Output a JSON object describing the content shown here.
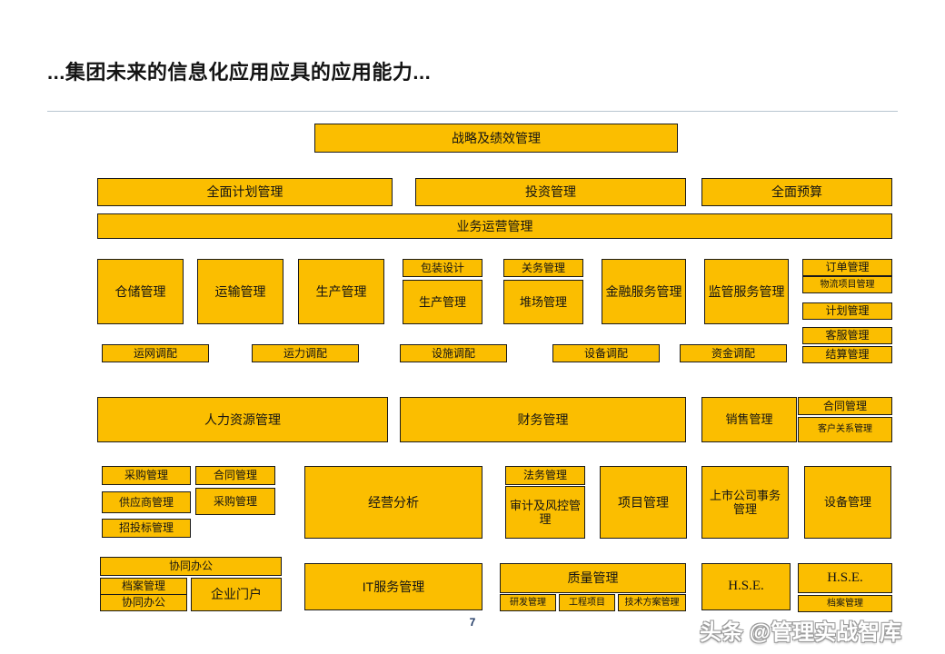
{
  "slide": {
    "title": "...集团未来的信息化应用应具的应用能力...",
    "page_number": "7",
    "watermark": "头条 @管理实战智库",
    "accent_color": "#FBBE00",
    "border_color": "#1a1a1a",
    "rule_color": "#b8c6d0",
    "page_number_color": "#1f3864"
  },
  "boxes": {
    "strategy": "战略及绩效管理",
    "full_plan": "全面计划管理",
    "investment": "投资管理",
    "full_budget": "全面预算",
    "business_ops": "业务运营管理",
    "warehouse": "仓储管理",
    "transport": "运输管理",
    "production": "生产管理",
    "packaging_design": "包装设计",
    "production2": "生产管理",
    "customs": "关务管理",
    "yard": "堆场管理",
    "financial_service": "金融服务管理",
    "regulatory_service": "监管服务管理",
    "order": "订单管理",
    "logistics_project": "物流项目管理",
    "plan_mgmt": "计划管理",
    "customer_service": "客服管理",
    "settlement": "结算管理",
    "network_alloc": "运网调配",
    "capacity_alloc": "运力调配",
    "facility_alloc": "设施调配",
    "equipment_alloc": "设备调配",
    "fund_alloc": "资金调配",
    "hr": "人力资源管理",
    "finance": "财务管理",
    "sales": "销售管理",
    "contract_sales": "合同管理",
    "crm": "客户关系管理",
    "purchase": "采购管理",
    "supplier": "供应商管理",
    "bidding": "招投标管理",
    "contract_purchase": "合同管理",
    "purchase2": "采购管理",
    "biz_analysis": "经营分析",
    "legal": "法务管理",
    "audit_risk": "审计及风控管理",
    "project_mgmt": "项目管理",
    "listed_company": "上市公司事务管理",
    "equipment_mgmt": "设备管理",
    "collab_office_top": "协同办公",
    "archive": "档案管理",
    "collab_office": "协同办公",
    "enterprise_portal": "企业门户",
    "it_service": "IT服务管理",
    "quality": "质量管理",
    "rnd": "研发管理",
    "engineering_project": "工程项目",
    "tech_solution": "技术方案管理",
    "hse_left": "H.S.E.",
    "hse_right": "H.S.E.",
    "archive2": "档案管理"
  }
}
